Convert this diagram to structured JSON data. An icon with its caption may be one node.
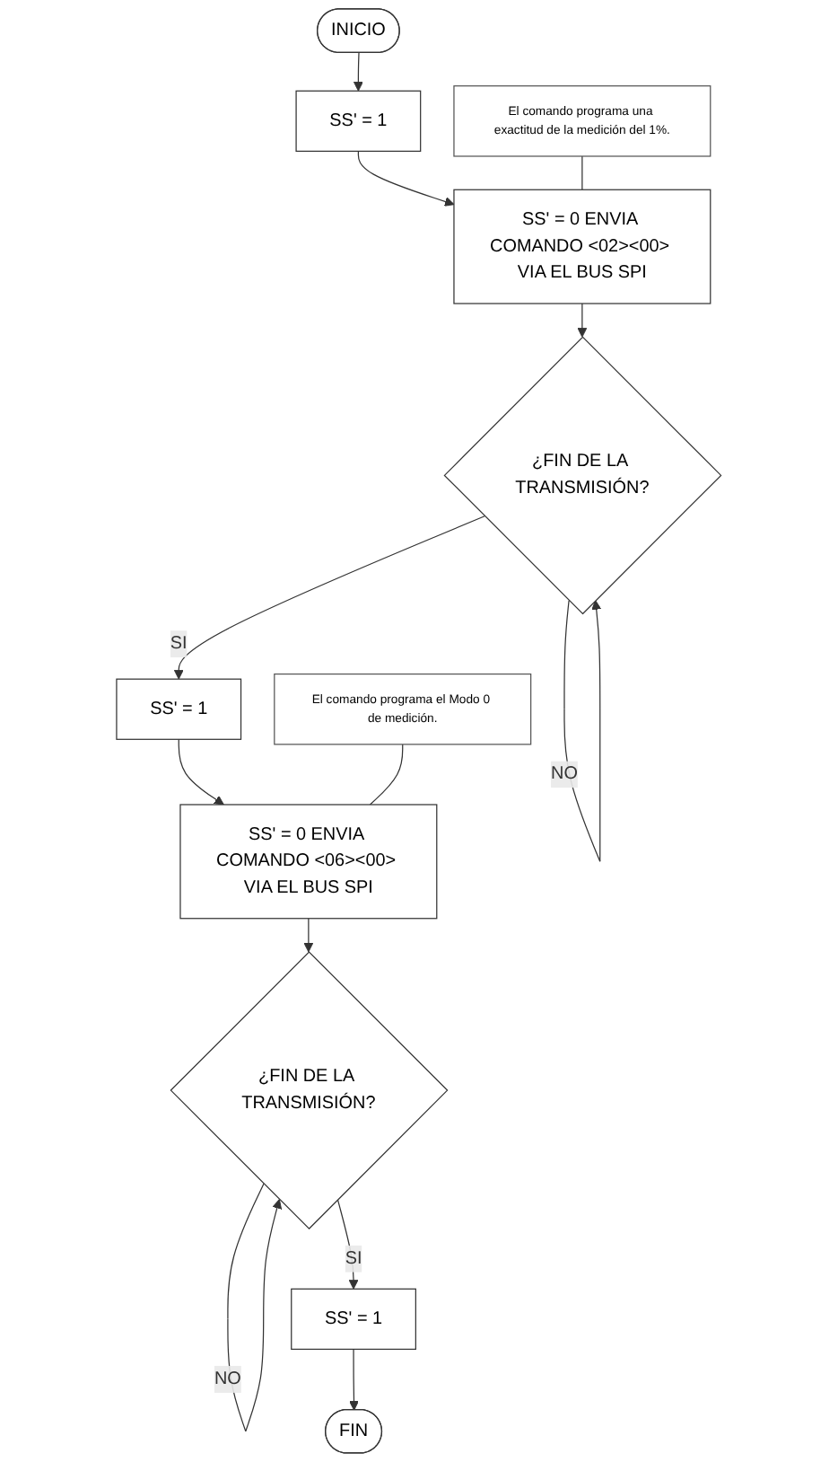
{
  "diagram": {
    "nodes": [
      {
        "text": [
          "INICIO"
        ]
      },
      {
        "text": [
          "SS' = 1"
        ]
      },
      {
        "text": [
          "SS' = 0 ENVIA COMANDO <02><00> VIA EL BUS SPI"
        ]
      },
      {
        "text": [
          "¿FIN DE LA TRANSMISIÓN?"
        ]
      },
      {
        "text": [
          "SS' = 1"
        ]
      },
      {
        "text": [
          "SS' = 0 ENVIA COMANDO <06><00> VIA EL BUS SPI"
        ]
      },
      {
        "text": [
          "¿FIN DE LA TRANSMISIÓN?"
        ]
      },
      {
        "text": [
          "SS' = 1"
        ]
      },
      {
        "text": [
          "FIN"
        ]
      },
      {
        "text": [
          "El comando programa una exactitud de la medición del 1%."
        ]
      },
      {
        "text": [
          "El comando programa el Modo 0 de medición."
        ]
      }
    ],
    "edges": [
      {
        "from": 0,
        "to": 1,
        "arrow": "to"
      },
      {
        "from": 1,
        "to": 2,
        "arrow": "to"
      },
      {
        "from": 2,
        "to": 3,
        "arrow": "to"
      },
      {
        "from": 3,
        "to": 3,
        "arrow": "to",
        "label": "NO"
      },
      {
        "from": 3,
        "to": 4,
        "arrow": "to",
        "label": "SI"
      },
      {
        "from": 4,
        "to": 5,
        "arrow": "to"
      },
      {
        "from": 5,
        "to": 6,
        "arrow": "to"
      },
      {
        "from": 6,
        "to": 6,
        "arrow": "to",
        "label": "NO"
      },
      {
        "from": 6,
        "to": 7,
        "arrow": "to",
        "label": "SI"
      },
      {
        "from": 7,
        "to": 8,
        "arrow": "to"
      },
      {
        "from": 9,
        "to": 2,
        "arrow": "none"
      },
      {
        "from": 10,
        "to": 5,
        "arrow": "none"
      }
    ]
  }
}
